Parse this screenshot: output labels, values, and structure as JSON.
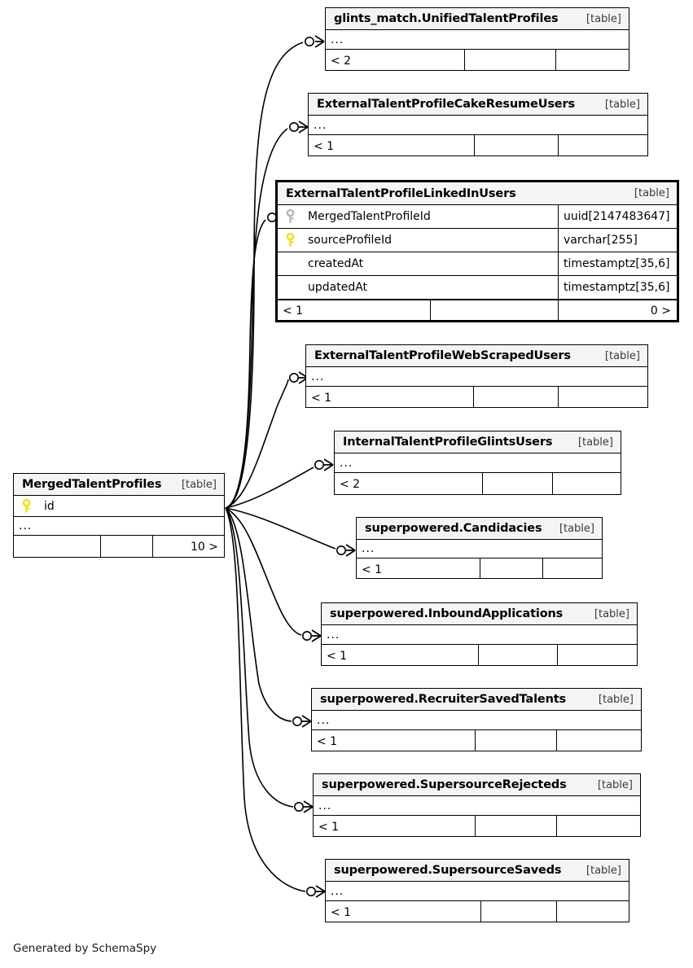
{
  "diagram": {
    "kind": "database-entity-relationship-diagram",
    "credit": "Generated by SchemaSpy",
    "table_tag": "[table]",
    "ellipsis": "...",
    "key_icons": {
      "primary": "primary-key-icon",
      "foreign": "foreign-key-icon"
    },
    "colors": {
      "primary_key": "#e8e400",
      "foreign_key": "#b4b4b4",
      "title_bar": "#f4f4f4",
      "border": "#000000",
      "background": "#ffffff"
    }
  },
  "tables": [
    {
      "id": "glints-unified-talent-profiles",
      "name": "glints_match.UnifiedTalentProfiles",
      "tag": "[table]",
      "emphasis": false,
      "ellipsis": "...",
      "footer": {
        "left": "< 2",
        "middle": "",
        "right": ""
      }
    },
    {
      "id": "external-talent-profile-cake-resume-users",
      "name": "ExternalTalentProfileCakeResumeUsers",
      "tag": "[table]",
      "emphasis": false,
      "ellipsis": "...",
      "footer": {
        "left": "< 1",
        "middle": "",
        "right": ""
      }
    },
    {
      "id": "external-talent-profile-linkedin-users",
      "name": "ExternalTalentProfileLinkedInUsers",
      "tag": "[table]",
      "emphasis": true,
      "columns": [
        {
          "key": "foreign",
          "name": "MergedTalentProfileId",
          "type": "uuid[2147483647]"
        },
        {
          "key": "primary",
          "name": "sourceProfileId",
          "type": "varchar[255]"
        },
        {
          "key": "none",
          "name": "createdAt",
          "type": "timestamptz[35,6]"
        },
        {
          "key": "none",
          "name": "updatedAt",
          "type": "timestamptz[35,6]"
        }
      ],
      "footer": {
        "left": "< 1",
        "middle": "",
        "right": "0 >"
      }
    },
    {
      "id": "external-talent-profile-web-scraped-users",
      "name": "ExternalTalentProfileWebScrapedUsers",
      "tag": "[table]",
      "emphasis": false,
      "ellipsis": "...",
      "footer": {
        "left": "< 1",
        "middle": "",
        "right": ""
      }
    },
    {
      "id": "internal-talent-profile-glints-users",
      "name": "InternalTalentProfileGlintsUsers",
      "tag": "[table]",
      "emphasis": false,
      "ellipsis": "...",
      "footer": {
        "left": "< 2",
        "middle": "",
        "right": ""
      }
    },
    {
      "id": "superpowered-candidacies",
      "name": "superpowered.Candidacies",
      "tag": "[table]",
      "emphasis": false,
      "ellipsis": "...",
      "footer": {
        "left": "< 1",
        "middle": "",
        "right": ""
      }
    },
    {
      "id": "superpowered-inbound-applications",
      "name": "superpowered.InboundApplications",
      "tag": "[table]",
      "emphasis": false,
      "ellipsis": "...",
      "footer": {
        "left": "< 1",
        "middle": "",
        "right": ""
      }
    },
    {
      "id": "superpowered-recruiter-saved-talents",
      "name": "superpowered.RecruiterSavedTalents",
      "tag": "[table]",
      "emphasis": false,
      "ellipsis": "...",
      "footer": {
        "left": "< 1",
        "middle": "",
        "right": ""
      }
    },
    {
      "id": "superpowered-supersource-rejecteds",
      "name": "superpowered.SupersourceRejecteds",
      "tag": "[table]",
      "emphasis": false,
      "ellipsis": "...",
      "footer": {
        "left": "< 1",
        "middle": "",
        "right": ""
      }
    },
    {
      "id": "superpowered-supersource-saveds",
      "name": "superpowered.SupersourceSaveds",
      "tag": "[table]",
      "emphasis": false,
      "ellipsis": "...",
      "footer": {
        "left": "< 1",
        "middle": "",
        "right": ""
      }
    },
    {
      "id": "merged-talent-profiles",
      "name": "MergedTalentProfiles",
      "tag": "[table]",
      "emphasis": false,
      "columns": [
        {
          "key": "primary",
          "name": "id",
          "type": ""
        }
      ],
      "ellipsis": "...",
      "footer": {
        "left": "",
        "middle": "",
        "right": "10 >"
      }
    }
  ]
}
